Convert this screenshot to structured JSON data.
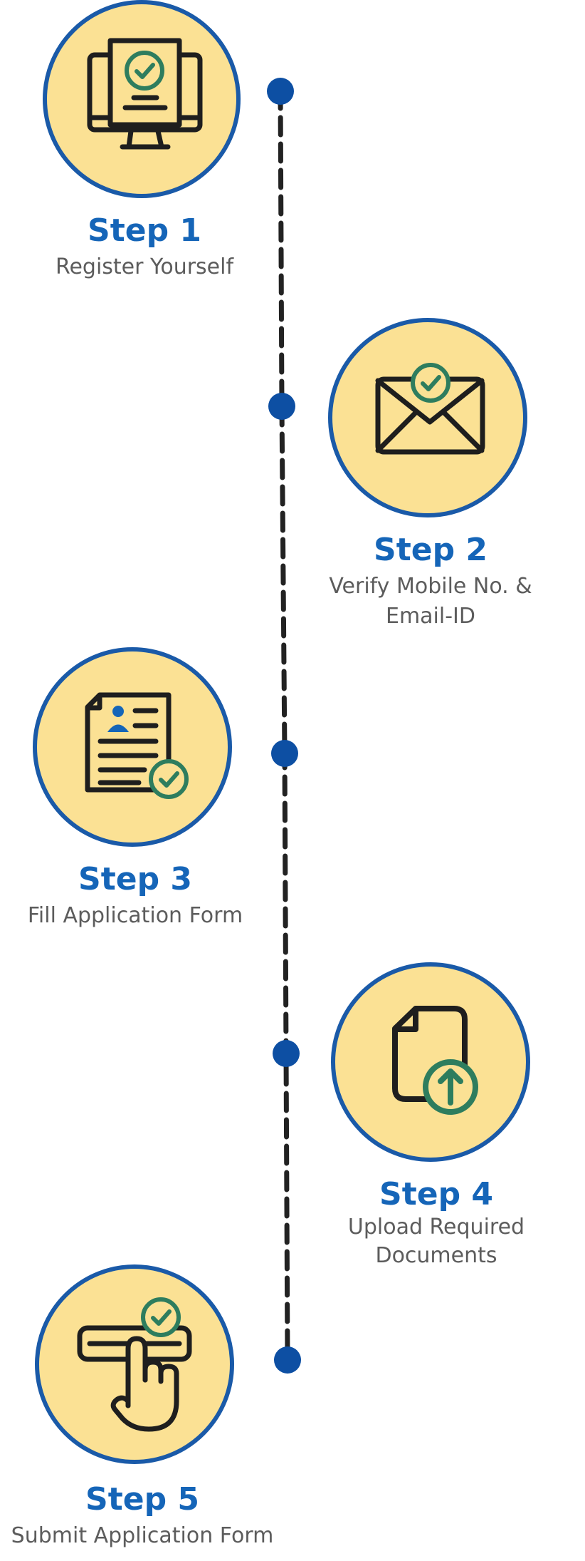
{
  "colors": {
    "circle_fill": "#fbe194",
    "circle_border": "#1a5aa8",
    "dot": "#0d4fa3",
    "dashed_line": "#222222",
    "step_title": "#1565b8",
    "step_desc": "#5c5c5c",
    "check_badge": "#2e7d5e",
    "icon_stroke": "#1e1e1e",
    "person_icon": "#1565b8"
  },
  "steps": [
    {
      "title": "Step 1",
      "description": "Register Yourself",
      "icon": "computer-document-check-icon"
    },
    {
      "title": "Step 2",
      "description": "Verify Mobile No. & Email-ID",
      "icon": "envelope-check-icon"
    },
    {
      "title": "Step 3",
      "description": "Fill Application Form",
      "icon": "form-check-icon"
    },
    {
      "title": "Step 4",
      "description": "Upload Required Documents",
      "icon": "document-upload-icon"
    },
    {
      "title": "Step 5",
      "description": "Submit Application Form",
      "icon": "finger-click-check-icon"
    }
  ]
}
